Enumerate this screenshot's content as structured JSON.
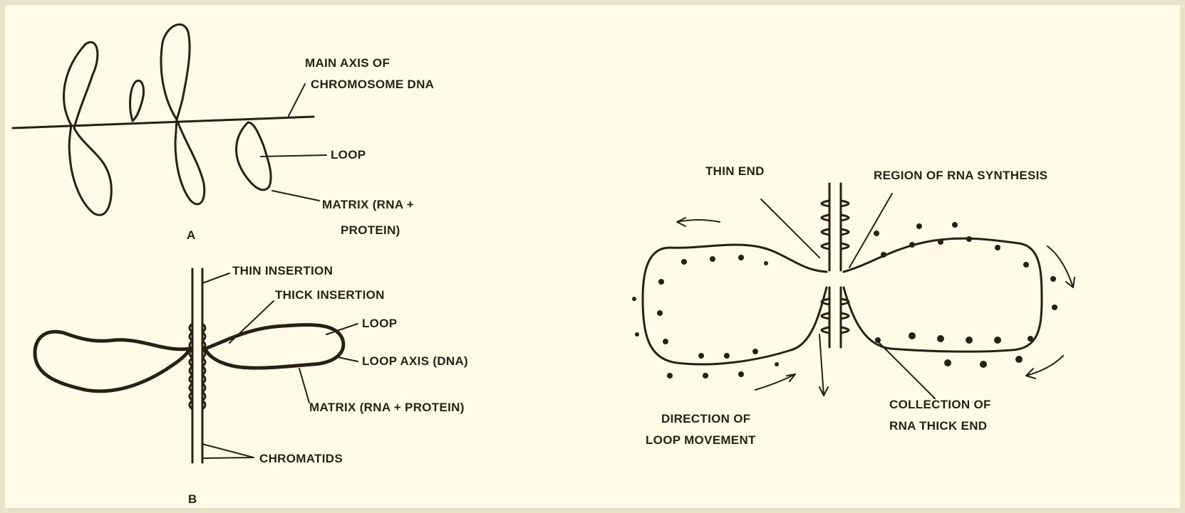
{
  "figure_a": {
    "panel_letter": "A",
    "labels": {
      "main_axis_line1": "MAIN AXIS OF",
      "main_axis_line2": "CHROMOSOME DNA",
      "loop": "LOOP",
      "matrix_line1": "MATRIX  (RNA +",
      "matrix_line2": "PROTEIN)"
    }
  },
  "figure_b": {
    "panel_letter": "B",
    "labels": {
      "thin_insertion": "THIN INSERTION",
      "thick_insertion": "THICK INSERTION",
      "loop": "LOOP",
      "loop_axis": "LOOP AXIS (DNA)",
      "matrix": "MATRIX (RNA + PROTEIN)",
      "chromatids": "CHROMATIDS"
    }
  },
  "figure_c": {
    "labels": {
      "thin_end": "THIN END",
      "region_rna": "REGION OF RNA SYNTHESIS",
      "direction_line1": "DIRECTION OF",
      "direction_line2": "LOOP MOVEMENT",
      "collection_line1": "COLLECTION OF",
      "collection_line2": "RNA THICK END"
    }
  }
}
